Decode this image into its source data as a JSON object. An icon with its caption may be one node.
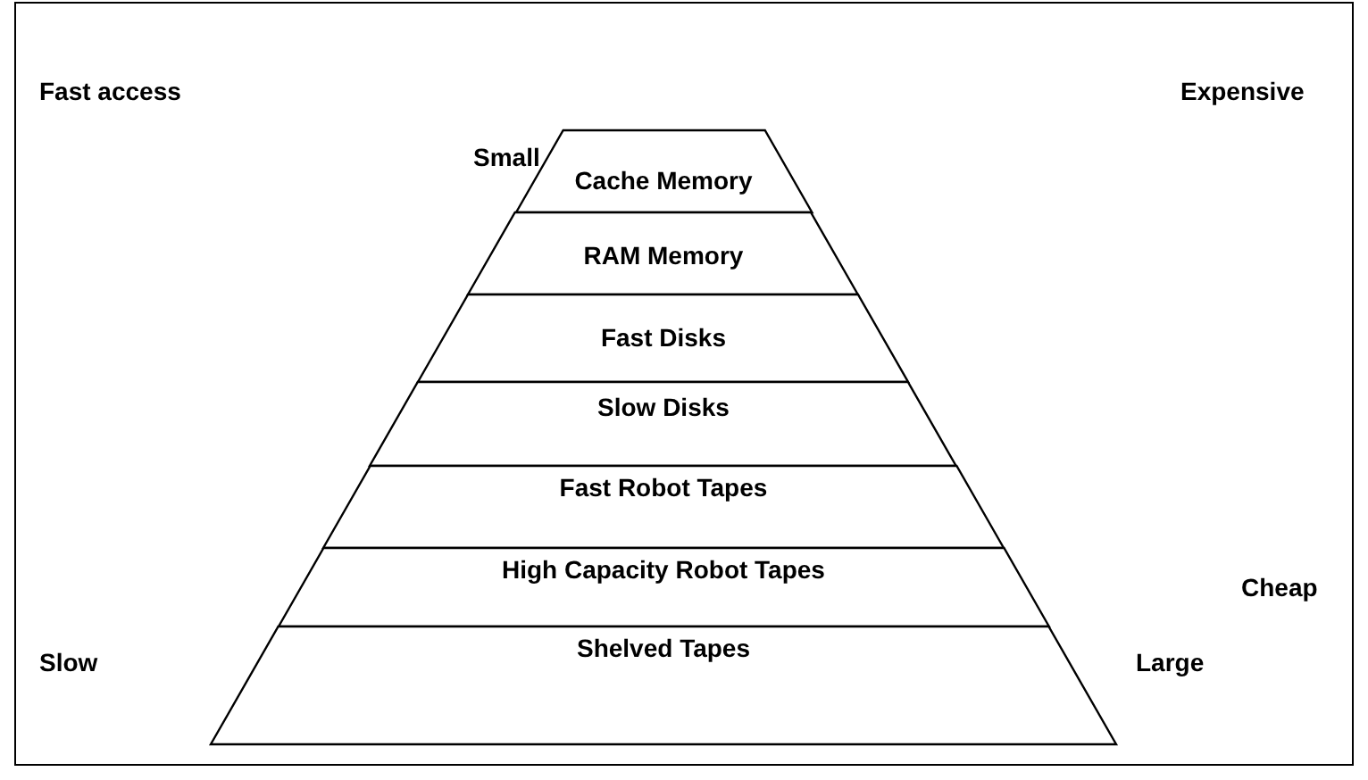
{
  "diagram": {
    "nodes": [
      {
        "text": [
          "Cache Memory"
        ]
      },
      {
        "text": [
          "RAM Memory"
        ]
      },
      {
        "text": [
          "Fast Disks"
        ]
      },
      {
        "text": [
          "Slow Disks"
        ]
      },
      {
        "text": [
          "Fast Robot Tapes"
        ]
      },
      {
        "text": [
          "High Capacity Robot Tapes"
        ]
      },
      {
        "text": [
          "Shelved Tapes"
        ]
      }
    ],
    "labels": [
      "Fast access",
      "Expensive",
      "Small",
      "Cheap",
      "Slow",
      "Large"
    ]
  }
}
